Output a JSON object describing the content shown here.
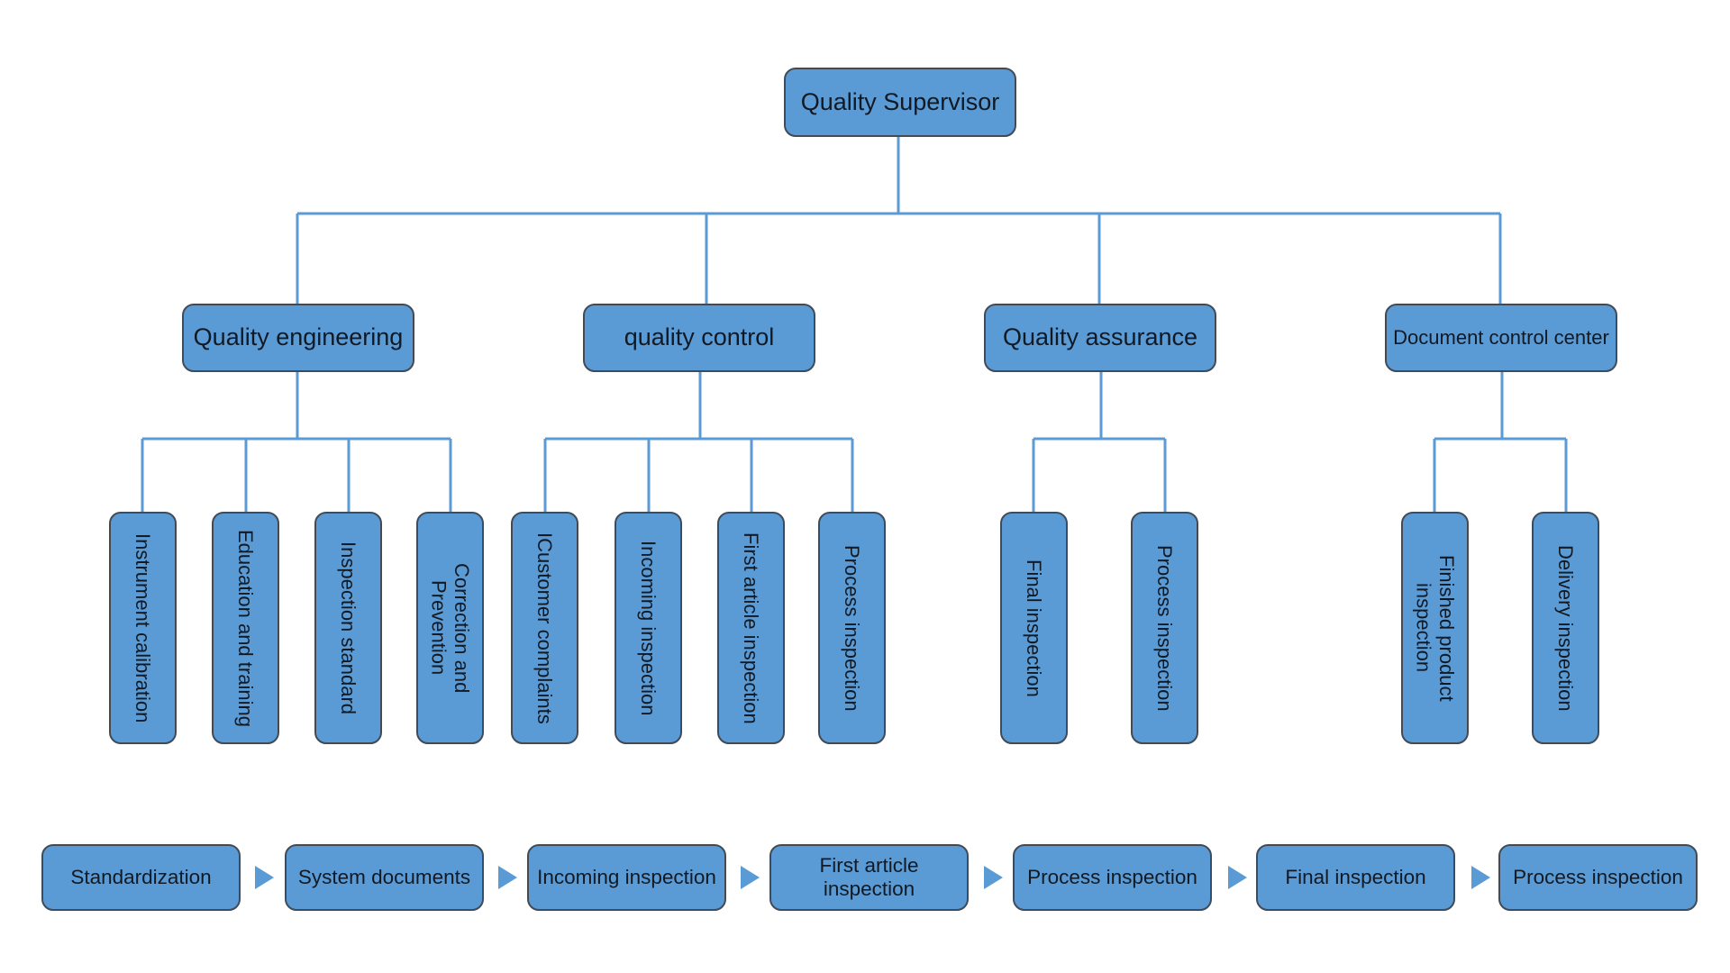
{
  "colors": {
    "box_fill": "#5b9bd5",
    "box_border": "#404b57",
    "connector": "#5b9bd5",
    "text": "#111a24",
    "background": "#ffffff"
  },
  "diagram": {
    "root": "Quality Supervisor",
    "departments": [
      {
        "label": "Quality engineering",
        "children": [
          "Instrument calibration",
          "Education and training",
          "Inspection standard",
          "Correction and Prevention"
        ]
      },
      {
        "label": "quality control",
        "children": [
          "ICustomer complaints",
          "Incoming inspection",
          "First article inspection",
          "Process inspection"
        ]
      },
      {
        "label": "Quality assurance",
        "children": [
          "Final inspection",
          "Process inspection"
        ]
      },
      {
        "label": "Document control center",
        "children": [
          "Finished product inspection",
          "Delivery inspection"
        ]
      }
    ]
  },
  "flow": {
    "steps": [
      "Standardization",
      "System documents",
      "Incoming inspection",
      "First article inspection",
      "Process inspection",
      "Final inspection",
      "Process inspection"
    ],
    "arrow_icon": "triangle-right-icon"
  }
}
